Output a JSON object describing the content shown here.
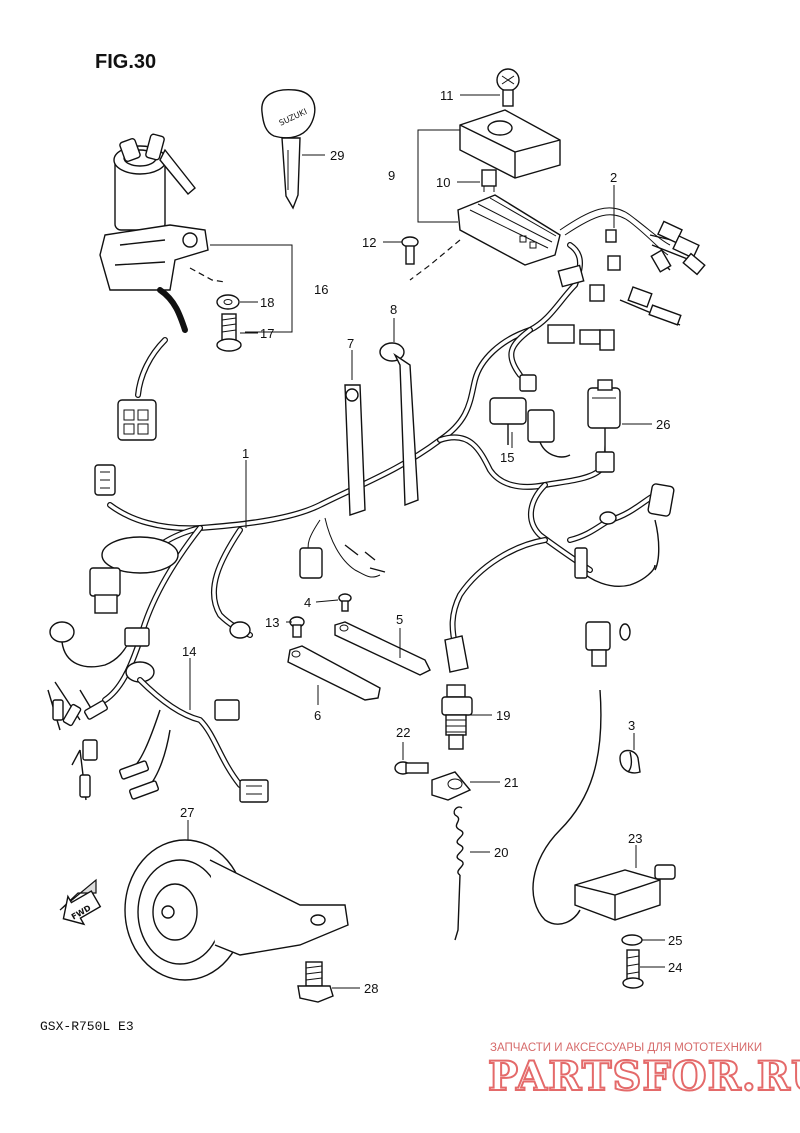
{
  "figure": {
    "title": "FIG.30",
    "model": "GSX-R750L  E3",
    "fwd_label": "FWD"
  },
  "parts": {
    "p1": "1",
    "p2": "2",
    "p3": "3",
    "p4": "4",
    "p5": "5",
    "p6": "6",
    "p7": "7",
    "p8": "8",
    "p9": "9",
    "p10": "10",
    "p11": "11",
    "p12": "12",
    "p13": "13",
    "p14": "14",
    "p15": "15",
    "p16": "16",
    "p17": "17",
    "p18": "18",
    "p19": "19",
    "p20": "20",
    "p21": "21",
    "p22": "22",
    "p23": "23",
    "p24": "24",
    "p25": "25",
    "p26": "26",
    "p27": "27",
    "p28": "28",
    "p29": "29"
  },
  "key_text": "SUZUKI",
  "watermark": {
    "tagline": "ЗАПЧАСТИ И АКСЕССУАРЫ ДЛЯ МОТОТЕХНИКИ",
    "brand": "PARTSFOR.RU",
    "color": "#e46a6a"
  }
}
